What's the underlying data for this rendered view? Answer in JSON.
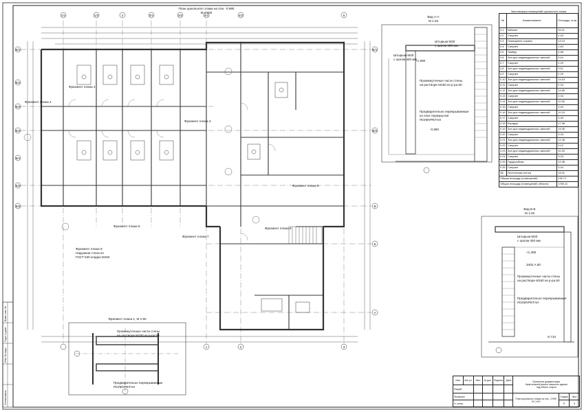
{
  "plan": {
    "title": "План цокольного этажа на отм. -0.990",
    "scale": "М 1:100"
  },
  "section_aa": {
    "title": "Вид А-А",
    "scale": "М 1:25"
  },
  "section_bb": {
    "title": "Вид Б-Б",
    "scale": "М 1:25"
  },
  "node1": {
    "title": "Фрагмент плана 1, М 1:50"
  },
  "notes": {
    "anchor1": "Штырьки М20",
    "anchor1_sub": "с шагом 400 мм",
    "anchor2": "Штырьки М20",
    "anchor2_sub": "с шагом 400 мм",
    "gap": "Промежуточные части стены",
    "gap_sub": "на растворе М150 из р-ра 50",
    "slab": "Предварительно перекрываемые",
    "slab2": "из плит перекрытия",
    "sealant": "ПОЛИУРЕТАН",
    "new_wall": "Наружная стена по",
    "new_wall_sub": "ГОСТ 530 кладка М150"
  },
  "marks": {
    "m1": "+1.590",
    "m2": "+1.390",
    "m3": "-0.990",
    "m4": "-0.710",
    "m5": "3402.A.50"
  },
  "labels": {
    "f1": "Фрагмент плана 4",
    "f2": "Фрагмент плана 2",
    "f3": "Фрагмент плана 3",
    "f5": "Фрагмент плана 5",
    "f6": "Фрагмент плана 6",
    "f7": "Фрагмент плана 7",
    "f8": "Фрагмент плана 8",
    "f9": "Фрагмент плана 9"
  },
  "axes": {
    "top": [
      "1/1",
      "1/2",
      "2",
      "3/1",
      "3/2",
      "4/1",
      "4/2",
      "5"
    ],
    "left": [
      "В/1",
      "В/2",
      "В/3",
      "В/4",
      "Б/1",
      "Б/2",
      "Б/3"
    ],
    "right": [
      "В/1",
      "В/2",
      "В",
      "Б",
      "А"
    ],
    "bottom": [
      "1",
      "2",
      "3"
    ]
  },
  "explication": {
    "title": "Экспликация помещений цокольного этажа",
    "head": [
      "№",
      "Наименование",
      "Площадь, м.кв."
    ],
    "rows": [
      [
        "0.1",
        "Кабинет",
        "33.11"
      ],
      [
        "0.2",
        "Санузел",
        "2.40"
      ],
      [
        "0.3",
        "Помещение охраны",
        "13.10"
      ],
      [
        "0.4",
        "Санузел",
        "1.84"
      ],
      [
        "0.5",
        "Тамбур",
        "4.88"
      ],
      [
        "0.6",
        "Зал для индивидуальных занятий",
        "9.64"
      ],
      [
        "0.7",
        "Санузел",
        "2.29"
      ],
      [
        "0.8",
        "Зал для индивидуальных занятий",
        "9.51"
      ],
      [
        "0.9",
        "Санузел",
        "2.29"
      ],
      [
        "0.10",
        "Зал для индивидуальных занятий",
        "14.03"
      ],
      [
        "0.11",
        "Санузел",
        "2.34"
      ],
      [
        "0.12",
        "Зал для индивидуальных занятий",
        "14.80"
      ],
      [
        "0.13",
        "Санузел",
        "2.34"
      ],
      [
        "0.14",
        "Зал для индивидуальных занятий",
        "10.50"
      ],
      [
        "0.15",
        "Санузел",
        "3.40"
      ],
      [
        "0.16",
        "Зал для индивидуальных занятий",
        "10.19"
      ],
      [
        "0.17",
        "Санузел",
        "3.30"
      ],
      [
        "0.18",
        "Коридор",
        "27.98"
      ],
      [
        "0.19",
        "Зал для индивидуальных занятий",
        "19.35"
      ],
      [
        "0.20",
        "Санузел",
        "3.33"
      ],
      [
        "0.21",
        "Зал для индивидуальных занятий",
        "12.45"
      ],
      [
        "0.22",
        "Санузел",
        "3.12"
      ],
      [
        "0.23",
        "Зал для индивидуальных занятий",
        "10.20"
      ],
      [
        "0.24",
        "Санузел",
        "3.33"
      ],
      [
        "0.25",
        "Гардеробная",
        "12.38"
      ],
      [
        "0.26",
        "Санузел",
        "3.44"
      ],
      [
        "Л6",
        "Лестничная клетка",
        "16.01"
      ]
    ],
    "total1_label": "Общая площадь (помещений)",
    "total1": "230.71",
    "total2_label": "Общая площадь (помещений) объекта",
    "total2": "1780.11"
  },
  "stamp": {
    "cols": [
      "Изм.",
      "Кол.уч.",
      "Лист",
      "№ док.",
      "Подпись",
      "Дата"
    ],
    "roles": [
      "Разраб.",
      "Проверил",
      "Н. контр."
    ],
    "title1": "Проектная документация",
    "title2": "Капитальный ремонт нежилого здания",
    "title3": "под объект спорта",
    "sheet_title": "План цокольного этажа на отм. -0.990",
    "sheet_scale": "М 1:100",
    "stage_h": "Стадия",
    "sheet_h": "Лист",
    "sheets_h": "Листов",
    "stage": "П",
    "sheet": "3",
    "sheets": ""
  },
  "side": {
    "a": "Взам. инв. №",
    "b": "Подп. и дата",
    "c": "Инв. № подл.",
    "d": "Согласовано"
  }
}
